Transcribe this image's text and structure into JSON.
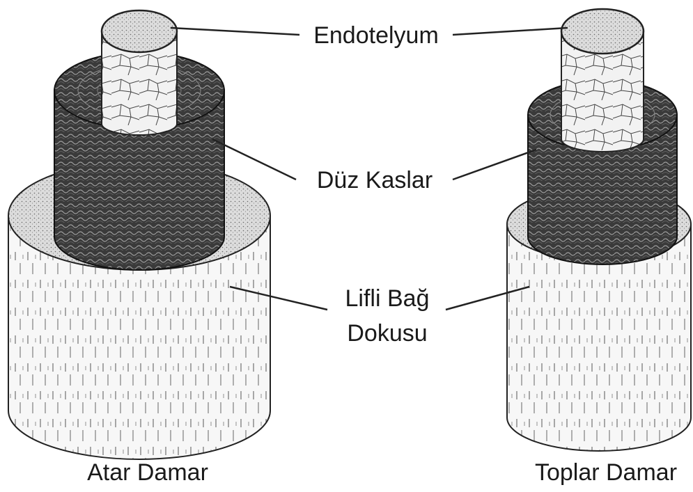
{
  "diagram": {
    "labels": {
      "endothelium": "Endotelyum",
      "smooth_muscle": "Düz Kaslar",
      "connective_line1": "Lifli Bağ",
      "connective_line2": "Dokusu"
    },
    "captions": {
      "artery": "Atar Damar",
      "vein": "Toplar Damar"
    },
    "colors": {
      "ink": "#1a1a1a",
      "outer_layer": "#f4f4f4",
      "muscle_layer": "#3c3c3c",
      "endothelium": "#eeeeee"
    }
  }
}
